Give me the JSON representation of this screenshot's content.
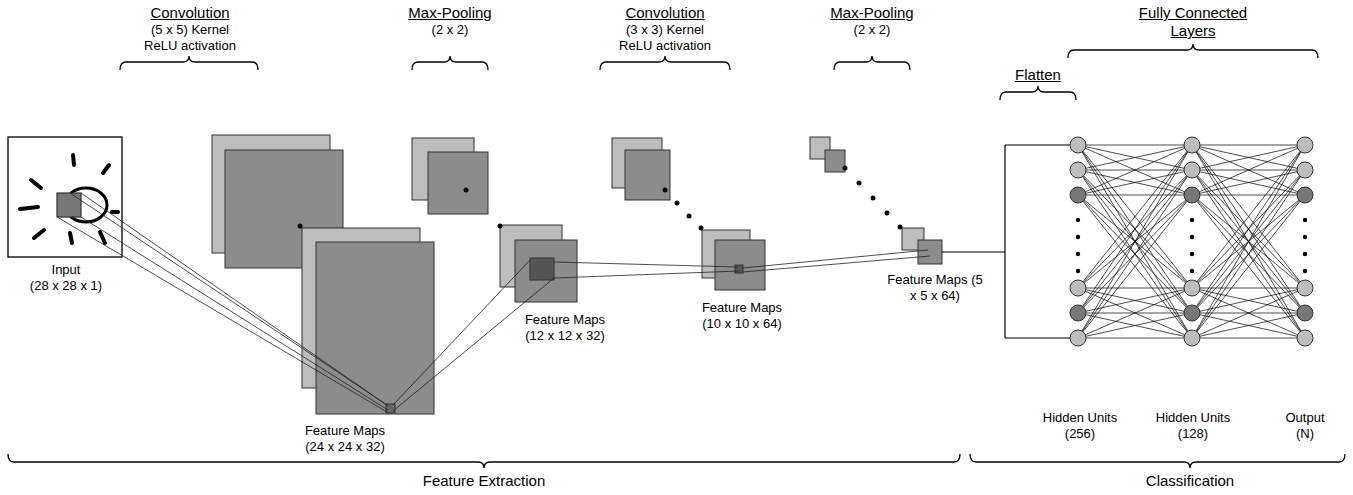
{
  "diagram": {
    "labels": [
      "Convolution",
      "(5 x 5) Kernel ReLU activation",
      "Max-Pooling",
      "(2 x 2)",
      "Convolution",
      "(3 x 3) Kernel ReLU activation",
      "Max-Pooling",
      "(2 x 2)",
      "Flatten",
      "Fully Connected Layers",
      "Input (28 x 28 x 1)",
      "Feature Maps (24 x 24 x 32)",
      "Feature Maps (12 x 12 x 32)",
      "Feature Maps (10 x 10 x 64)",
      "Feature Maps (5 x 5 x 64)",
      "Hidden Units (256)",
      "Hidden Units (128)",
      "Output (N)",
      "Feature Extraction",
      "Classification"
    ]
  }
}
